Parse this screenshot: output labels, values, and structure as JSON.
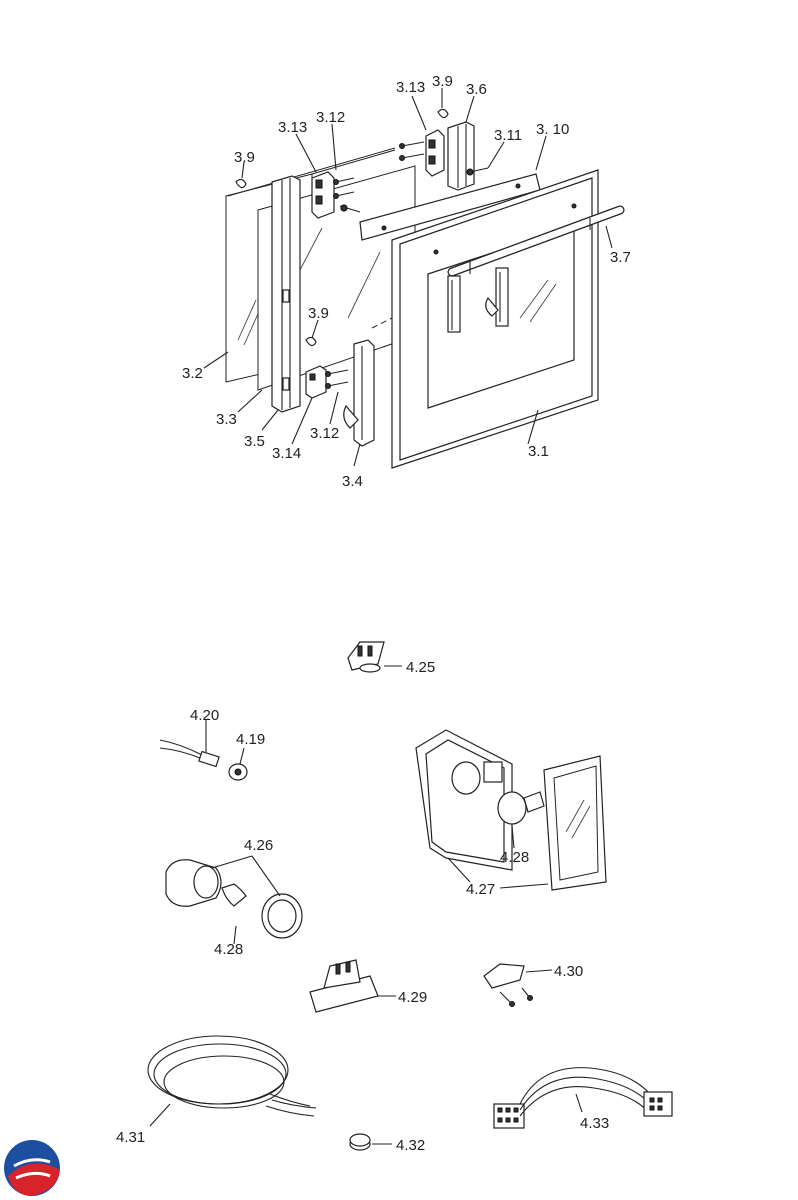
{
  "logo": {
    "name": "brand-logo",
    "colors": [
      "#1c4fa0",
      "#d8232a"
    ]
  },
  "callouts_top": {
    "c_3_1": "3.1",
    "c_3_2": "3.2",
    "c_3_3": "3.3",
    "c_3_4": "3.4",
    "c_3_5": "3.5",
    "c_3_6": "3.6",
    "c_3_7": "3.7",
    "c_3_9a": "3.9",
    "c_3_9b": "3.9",
    "c_3_9c": "3.9",
    "c_3_10": "3. 10",
    "c_3_11": "3.11",
    "c_3_12a": "3.12",
    "c_3_12b": "3.12",
    "c_3_13a": "3.13",
    "c_3_13b": "3.13",
    "c_3_14": "3.14"
  },
  "callouts_bottom": {
    "c_4_19": "4.19",
    "c_4_20": "4.20",
    "c_4_25": "4.25",
    "c_4_26": "4.26",
    "c_4_27": "4.27",
    "c_4_28a": "4.28",
    "c_4_28b": "4.28",
    "c_4_29": "4.29",
    "c_4_30": "4.30",
    "c_4_31": "4.31",
    "c_4_32": "4.32",
    "c_4_33": "4.33"
  }
}
